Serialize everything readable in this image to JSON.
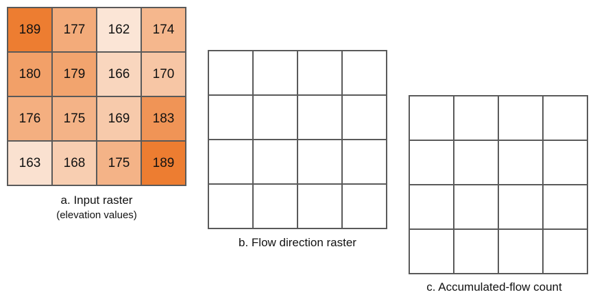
{
  "panels": {
    "input_raster": {
      "caption": "a. Input raster",
      "subcaption": "(elevation values)",
      "rows": [
        [
          189,
          177,
          162,
          174
        ],
        [
          180,
          179,
          166,
          170
        ],
        [
          176,
          175,
          169,
          183
        ],
        [
          163,
          168,
          175,
          189
        ]
      ],
      "color_scale": {
        "low": "#fbe5d6",
        "high": "#ed7d31"
      }
    },
    "flow_direction": {
      "caption": "b. Flow direction raster",
      "rows": 4,
      "cols": 4
    },
    "accumulated_flow": {
      "caption": "c. Accumulated-flow count",
      "rows": 4,
      "cols": 4
    }
  },
  "colors": {
    "grid_line": "#595959",
    "text": "#111111"
  }
}
